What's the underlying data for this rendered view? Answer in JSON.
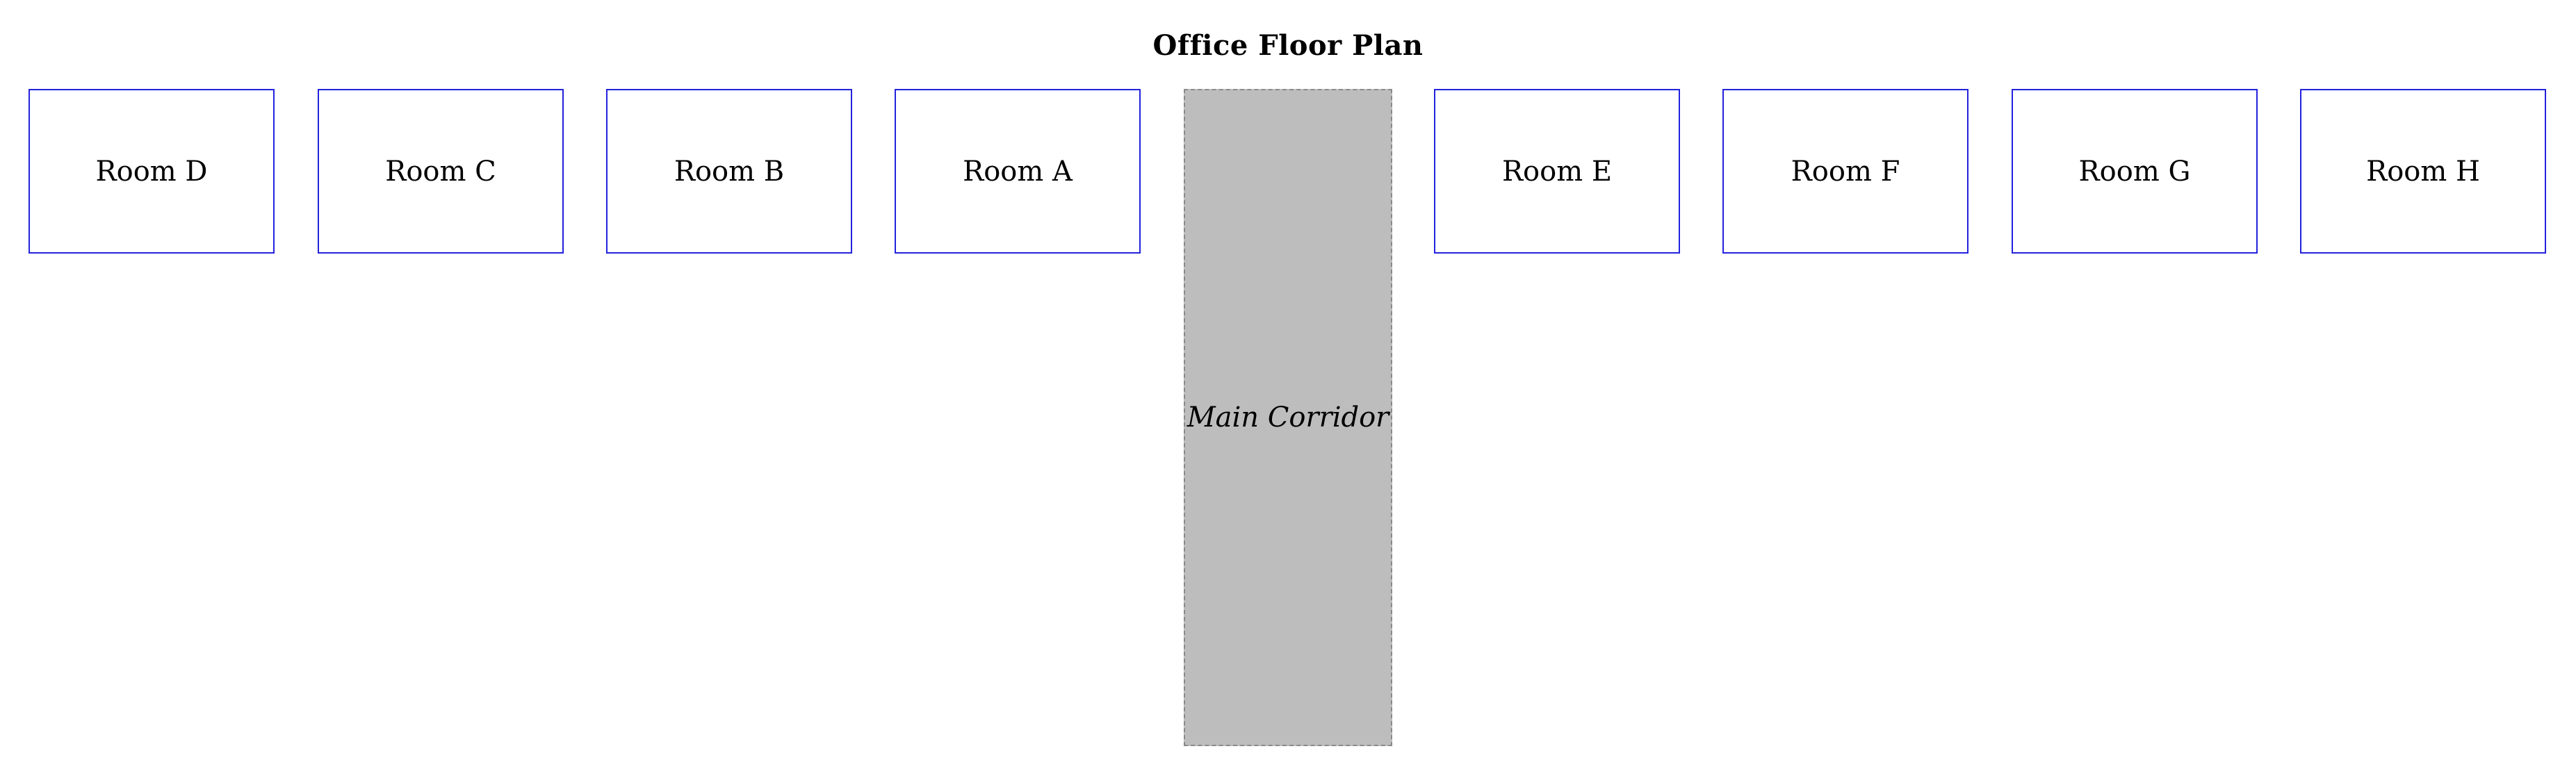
{
  "title": "Office Floor Plan",
  "corridor": {
    "label": "Main Corridor"
  },
  "rooms": {
    "d": "Room D",
    "c": "Room C",
    "b": "Room B",
    "a": "Room A",
    "e": "Room E",
    "f": "Room F",
    "g": "Room G",
    "h": "Room H"
  },
  "colors": {
    "room_border": "#2222dd",
    "corridor_fill": "#bdbdbd",
    "corridor_border": "#8a8a8a"
  }
}
